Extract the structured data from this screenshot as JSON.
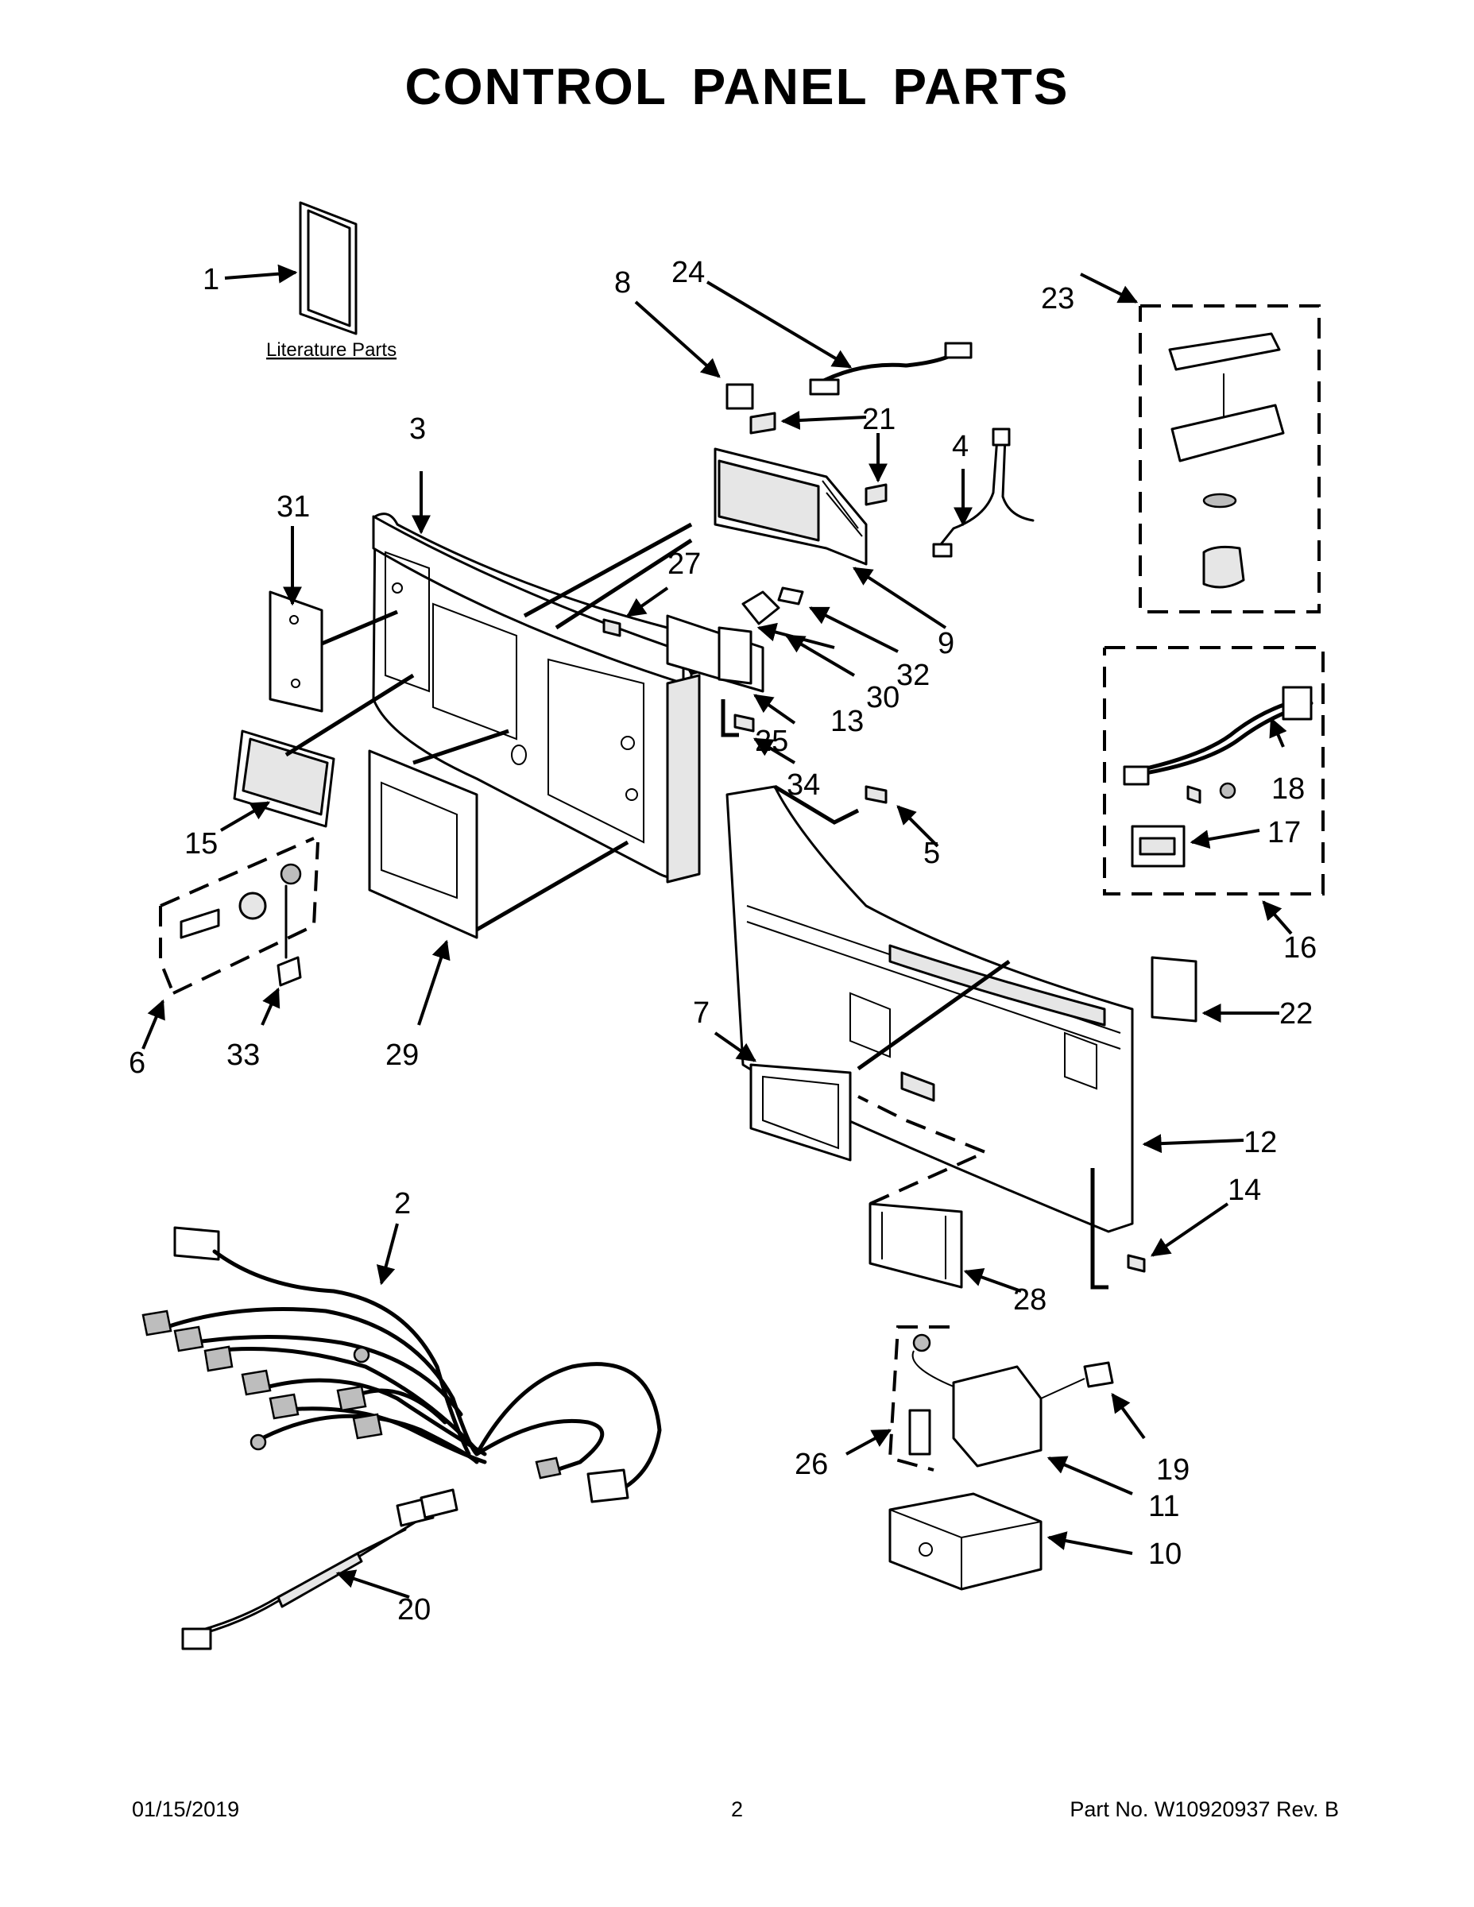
{
  "title": "CONTROL PANEL PARTS",
  "literature_label": "Literature Parts",
  "callouts": [
    "1",
    "2",
    "3",
    "4",
    "5",
    "6",
    "7",
    "8",
    "9",
    "10",
    "11",
    "12",
    "13",
    "14",
    "15",
    "16",
    "17",
    "18",
    "19",
    "20",
    "21",
    "22",
    "23",
    "24",
    "25",
    "26",
    "27",
    "28",
    "29",
    "30",
    "31",
    "32",
    "33",
    "34"
  ],
  "footer": {
    "date": "01/15/2019",
    "page": "2",
    "part_no": "Part No.  W10920937  Rev.  B"
  }
}
